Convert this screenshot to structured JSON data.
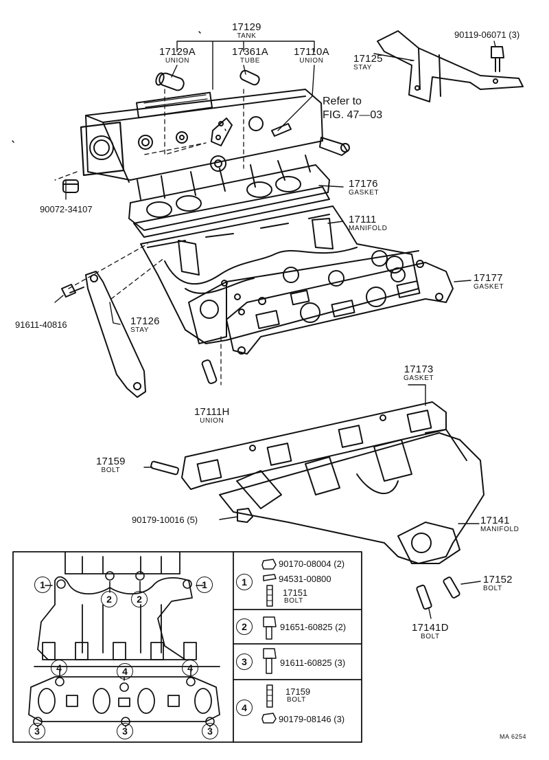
{
  "labels": {
    "p17129": {
      "num": "17129",
      "name": "TANK"
    },
    "p17129a": {
      "num": "17129A",
      "name": "UNION"
    },
    "p17361a": {
      "num": "17361A",
      "name": "TUBE"
    },
    "p17110a": {
      "num": "17110A",
      "name": "UNION"
    },
    "p17125": {
      "num": "17125",
      "name": "STAY"
    },
    "p17176": {
      "num": "17176",
      "name": "GASKET"
    },
    "p17111": {
      "num": "17111",
      "name": "MANIFOLD"
    },
    "p17177": {
      "num": "17177",
      "name": "GASKET"
    },
    "p17126": {
      "num": "17126",
      "name": "STAY"
    },
    "p17111h": {
      "num": "17111H",
      "name": "UNION"
    },
    "p17173": {
      "num": "17173",
      "name": "GASKET"
    },
    "p17159": {
      "num": "17159",
      "name": "BOLT"
    },
    "p17141": {
      "num": "17141",
      "name": "MANIFOLD"
    },
    "p17152": {
      "num": "17152",
      "name": "BOLT"
    },
    "p17141d": {
      "num": "17141D",
      "name": "BOLT"
    }
  },
  "part_numbers": {
    "pn90119": "90119-06071 (3)",
    "pn90072": "90072-34107",
    "pn91611": "91611-40816",
    "pn90179": "90179-10016 (5)"
  },
  "refer": {
    "line1": "Refer to",
    "line2": "FIG. 47—03"
  },
  "table": {
    "row1": {
      "key": "1",
      "items": [
        "90170-08004 (2)",
        "94531-00800"
      ],
      "part": "17151",
      "part_name": "BOLT"
    },
    "row2": {
      "key": "2",
      "items": [
        "91651-60825 (2)"
      ]
    },
    "row3": {
      "key": "3",
      "items": [
        "91611-60825 (3)"
      ]
    },
    "row4": {
      "key": "4",
      "part": "17159",
      "part_name": "BOLT",
      "items": [
        "90179-08146 (3)"
      ]
    }
  },
  "inset_callouts": [
    "1",
    "1",
    "2",
    "2",
    "4",
    "4",
    "4",
    "3",
    "3",
    "3"
  ],
  "code": "MA  6254"
}
